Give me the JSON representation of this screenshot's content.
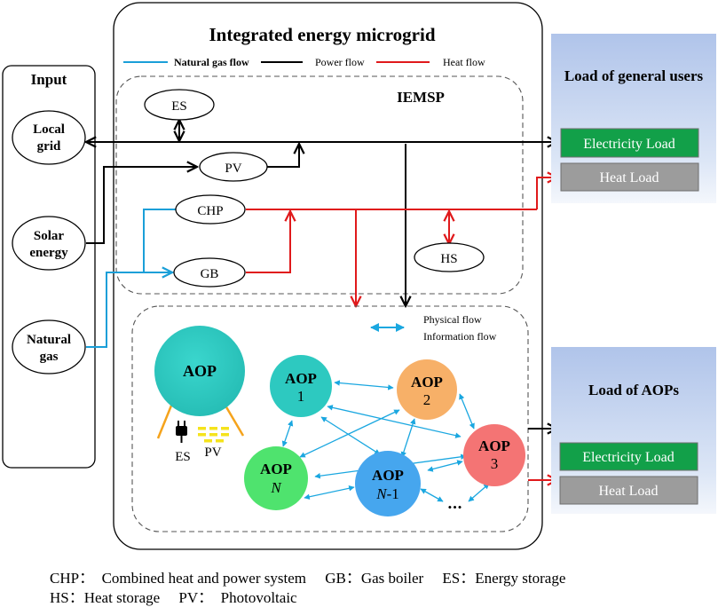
{
  "title": "Integrated energy microgrid",
  "input": {
    "heading": "Input",
    "local_grid": [
      "Local",
      "grid"
    ],
    "solar": [
      "Solar",
      "energy"
    ],
    "natural_gas": [
      "Natural",
      "gas"
    ]
  },
  "flow_legend": {
    "natural_gas": "Natural gas flow",
    "power": "Power flow",
    "heat": "Heat flow"
  },
  "iemsp": {
    "label": "IEMSP",
    "es": "ES",
    "pv": "PV",
    "chp": "CHP",
    "gb": "GB",
    "hs": "HS"
  },
  "aop_area": {
    "physical_flow": "Physical flow",
    "information_flow": "Information flow",
    "big_aop": "AOP",
    "es": "ES",
    "pv": "PV",
    "aop_label": "AOP",
    "aop1_sub": "1",
    "aop2_sub": "2",
    "aop3_sub": "3",
    "aopN_sub": "N",
    "aopN1_sub_italic": "N",
    "aopN1_sub_rest": "-1",
    "ellipsis": "•••"
  },
  "general_users": {
    "heading": "Load of general users",
    "electricity": "Electricity Load",
    "heat": "Heat Load"
  },
  "aops_load": {
    "heading": "Load of AOPs",
    "electricity": "Electricity Load",
    "heat": "Heat Load"
  },
  "footnote": {
    "line1": "CHP：  Combined heat and power system     GB：Gas boiler     ES：Energy storage",
    "line2": "HS：Heat storage     PV：  Photovoltaic"
  },
  "colors": {
    "gas": "#1a9fd8",
    "power": "#000000",
    "heat": "#e0191b",
    "info": "#1aa7e0",
    "load_panel": "#b4c8ec",
    "elec_load": "#12a049",
    "heat_load": "#9c9c9c",
    "big_aop": "#2cc8c0",
    "aop1": "#2dc9c0",
    "aop2": "#f7b068",
    "aop3": "#f47474",
    "aopN": "#4fe36e",
    "aopN1": "#46a6ee",
    "plug": "#f5a31c",
    "pv_panel": "#f5e31c"
  }
}
